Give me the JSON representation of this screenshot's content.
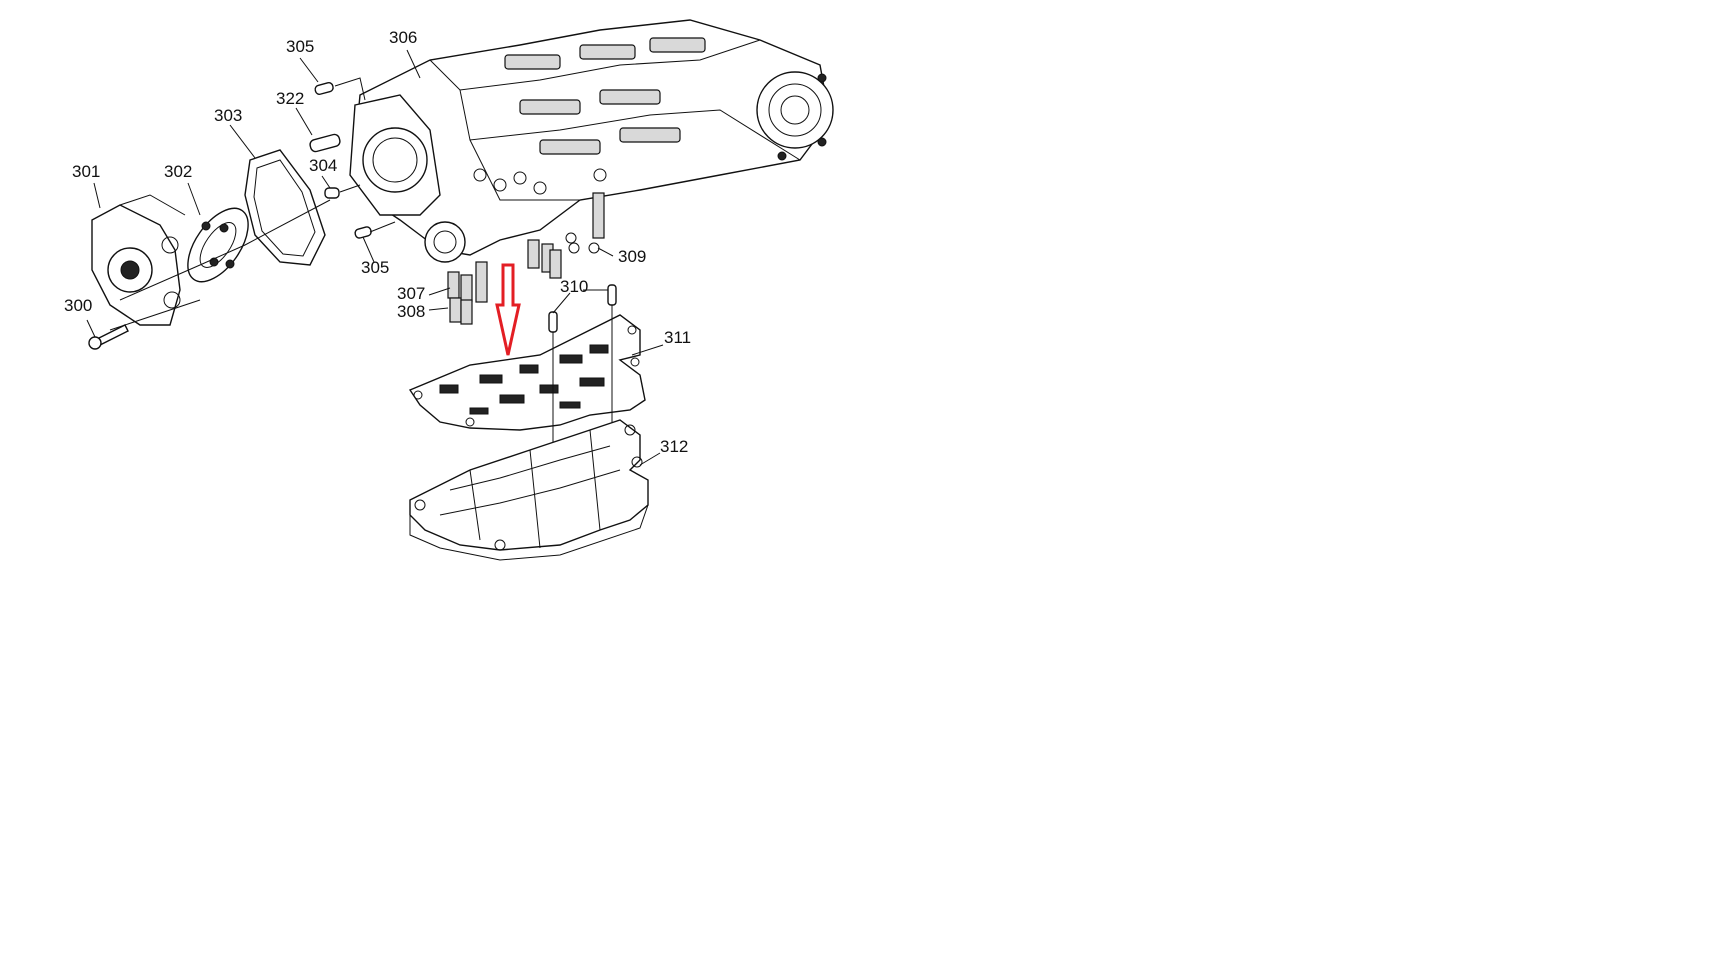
{
  "labels": {
    "l300": "300",
    "l301": "301",
    "l302": "302",
    "l303": "303",
    "l304": "304",
    "l305a": "305",
    "l305b": "305",
    "l306": "306",
    "l307": "307",
    "l308": "308",
    "l309": "309",
    "l310": "310",
    "l311": "311",
    "l312": "312",
    "l322": "322"
  },
  "colors": {
    "ink": "#111111",
    "arrow": "#e31e24",
    "background": "#ffffff"
  }
}
